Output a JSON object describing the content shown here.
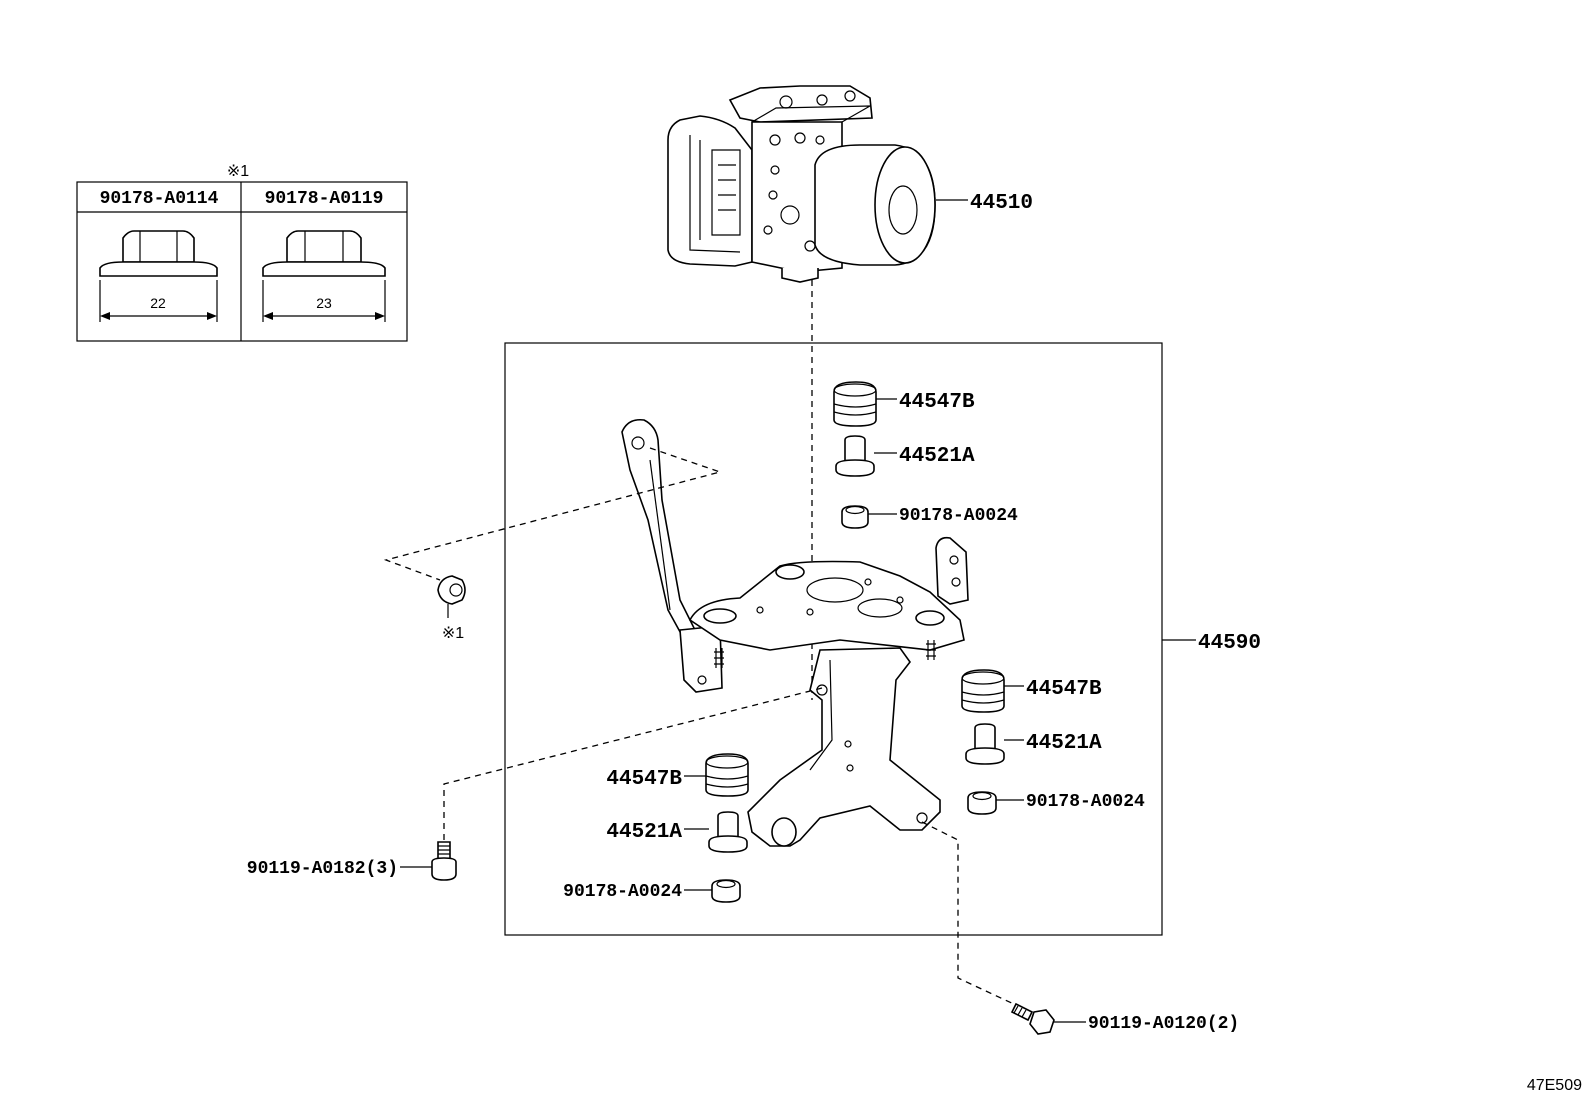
{
  "inset": {
    "note_mark": "※1",
    "columns": [
      {
        "part_number": "90178-A0114",
        "dimension": "22"
      },
      {
        "part_number": "90178-A0119",
        "dimension": "23"
      }
    ]
  },
  "parts": {
    "actuator": "44510",
    "bracket_assembly": "44590",
    "cushion_upper": "44547B",
    "collar_upper": "44521A",
    "nut_upper": "90178-A0024",
    "cushion_right": "44547B",
    "collar_right": "44521A",
    "nut_right": "90178-A0024",
    "cushion_lower": "44547B",
    "collar_lower": "44521A",
    "nut_lower": "90178-A0024",
    "bolt_left": "90119-A0182(3)",
    "bolt_right": "90119-A0120(2)",
    "nut_left_mark": "※1"
  },
  "figure_code": "47E509"
}
